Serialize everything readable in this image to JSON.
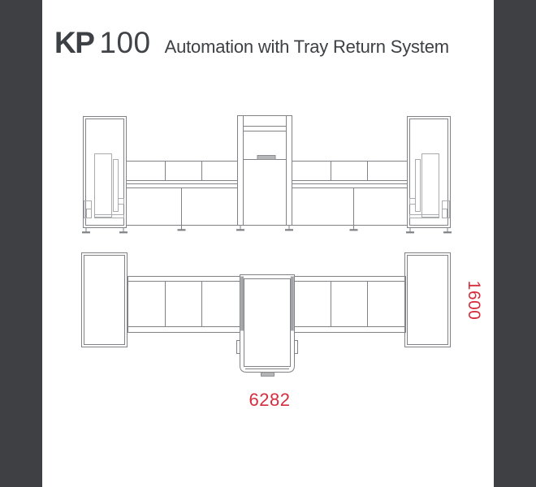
{
  "title": {
    "product": "KP",
    "model": "100",
    "subtitle": "Automation with Tray Return System"
  },
  "dimensions": {
    "width": "6282",
    "depth": "1600"
  },
  "colors": {
    "frame_band": "#3F4044",
    "title_text": "#3D4044",
    "dimension_red": "#D42D3E",
    "drawing_stroke": "#808285",
    "drawing_light": "#A9ABAE",
    "drawing_fill": "#B4B6B8"
  }
}
